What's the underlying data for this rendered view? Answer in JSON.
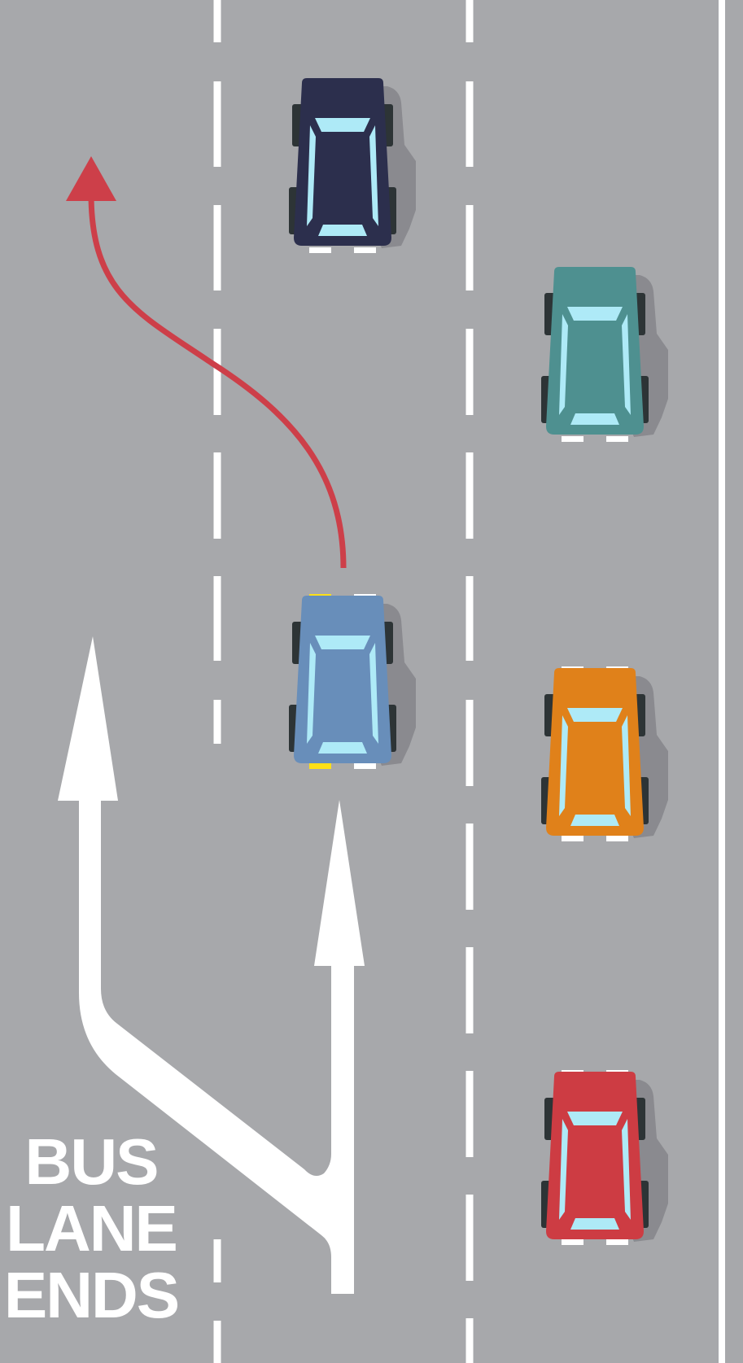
{
  "scene": {
    "road_color": "#a7a8ab",
    "marking_color": "#ffffff",
    "path_color": "#cd3f49"
  },
  "road_marking_text": {
    "line1": "BUS",
    "line2": "LANE",
    "line3": "ENDS"
  },
  "vehicles": [
    {
      "name": "navy-car",
      "color": "#2c2f4d"
    },
    {
      "name": "teal-car",
      "color": "#4e9090"
    },
    {
      "name": "blue-car",
      "color": "#688eba",
      "indicator": "left",
      "indicator_color": "#ffe017"
    },
    {
      "name": "orange-car",
      "color": "#e0811a"
    },
    {
      "name": "red-car",
      "color": "#cd3c43"
    }
  ]
}
